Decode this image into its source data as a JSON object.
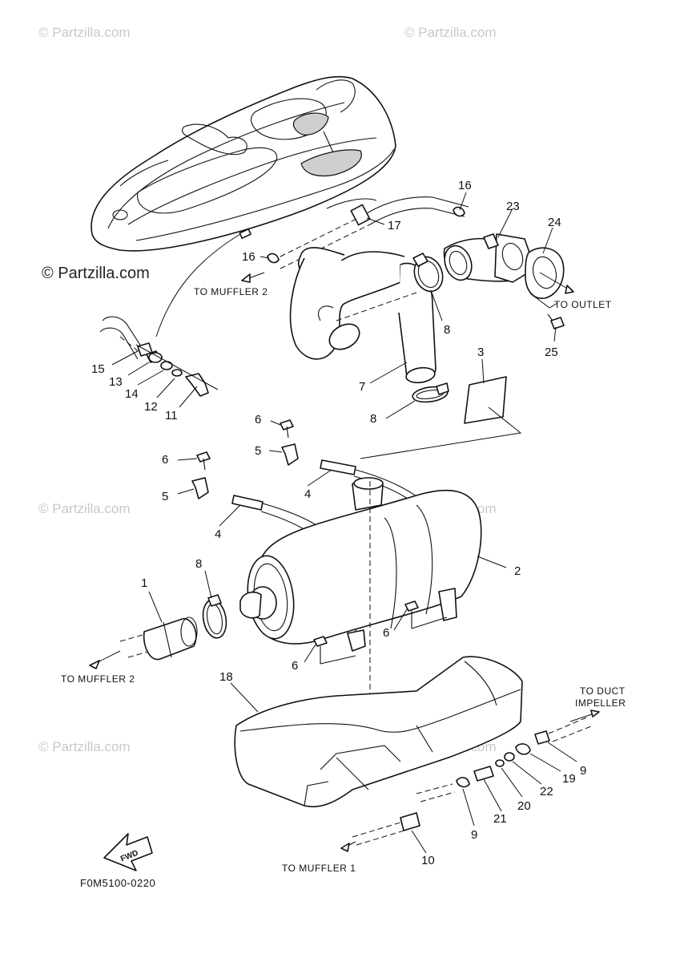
{
  "watermarks": {
    "top_left": "© Partzilla.com",
    "top_right": "© Partzilla.com",
    "mid_left": "© Partzilla.com",
    "center_left": "© Partzilla.com",
    "center_right": "© Partzilla.com",
    "bottom_left": "© Partzilla.com",
    "bottom_right": "© Partzilla.com"
  },
  "notes": {
    "to_muffler_2_top": "TO MUFFLER 2",
    "to_outlet": "TO OUTLET",
    "to_muffler_2_bottom": "TO MUFFLER 2",
    "to_duct_line1": "TO DUCT",
    "to_duct_line2": "IMPELLER",
    "to_muffler_1": "TO MUFFLER 1"
  },
  "callouts": {
    "c16a": "16",
    "c23": "23",
    "c24": "24",
    "c17": "17",
    "c16b": "16",
    "c8a": "8",
    "c25": "25",
    "c3": "3",
    "c7": "7",
    "c8b": "8",
    "c15": "15",
    "c13": "13",
    "c14": "14",
    "c12": "12",
    "c11": "11",
    "c6a": "6",
    "c5a": "5",
    "c6b": "6",
    "c4a": "4",
    "c5b": "5",
    "c4b": "4",
    "c2": "2",
    "c1": "1",
    "c8c": "8",
    "c6c": "6",
    "c6d": "6",
    "c18": "18",
    "c9a": "9",
    "c19": "19",
    "c22": "22",
    "c20": "20",
    "c21": "21",
    "c9b": "9",
    "c10": "10"
  },
  "fwd_arrow": "FWD",
  "diagram_code": "F0M5100-0220"
}
